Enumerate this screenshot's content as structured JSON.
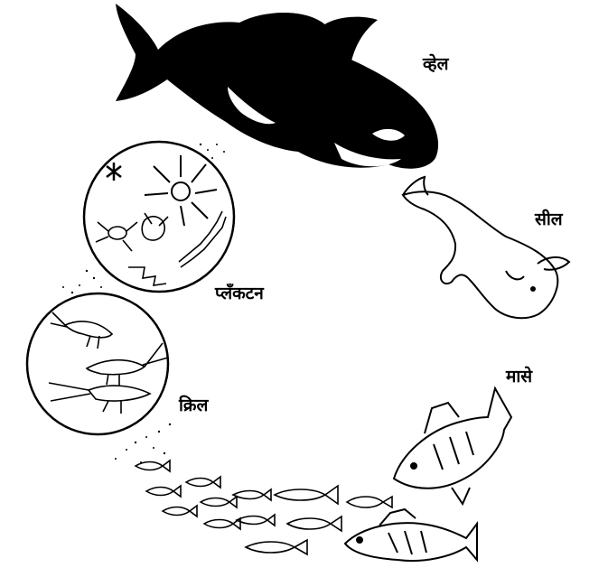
{
  "labels": {
    "whale": "व्हेल",
    "seal": "सील",
    "plankton": "प्लँकटन",
    "krill": "क्रिल",
    "fish": "मासे"
  },
  "colors": {
    "ink": "#000000",
    "paper": "#ffffff",
    "whale_patch": "#ffffff"
  }
}
